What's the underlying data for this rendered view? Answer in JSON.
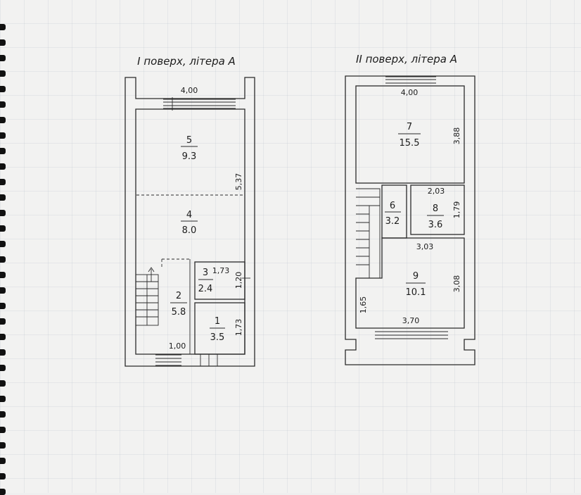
{
  "floor1": {
    "title": "I поверх, літера A",
    "dims": {
      "top_width": "4,00",
      "height_right": "5,37",
      "room3_width": "1,73",
      "room3_height": "1,20",
      "room1_height": "1,73",
      "room2_width": "1,00"
    },
    "rooms": [
      {
        "number": "5",
        "area": "9.3"
      },
      {
        "number": "4",
        "area": "8.0"
      },
      {
        "number": "3",
        "area": "2.4"
      },
      {
        "number": "2",
        "area": "5.8"
      },
      {
        "number": "1",
        "area": "3.5"
      }
    ]
  },
  "floor2": {
    "title": "II поверх, літера A",
    "dims": {
      "top_width": "4,00",
      "room7_height": "3,88",
      "room8_width": "2,03",
      "room8_height": "1,79",
      "room9_width": "3,03",
      "room9_height": "3,08",
      "left_height": "1,65",
      "bottom_width": "3,70"
    },
    "rooms": [
      {
        "number": "7",
        "area": "15.5"
      },
      {
        "number": "6",
        "area": "3.2"
      },
      {
        "number": "8",
        "area": "3.6"
      },
      {
        "number": "9",
        "area": "10.1"
      }
    ]
  }
}
